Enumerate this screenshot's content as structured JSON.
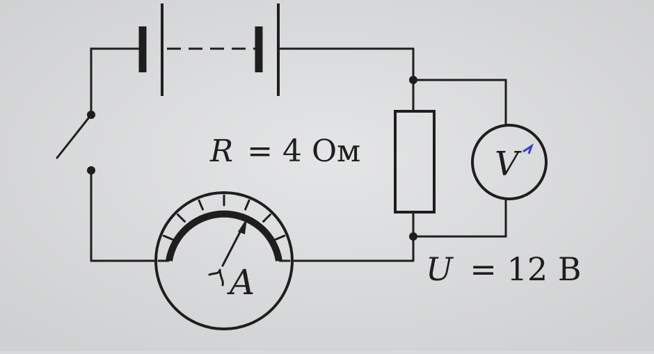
{
  "diagram": {
    "resistor_label": {
      "symbol": "R",
      "rest": "= 4 Ом"
    },
    "voltage_label": {
      "symbol": "U",
      "rest": "= 12 В"
    },
    "ammeter_letter": "A",
    "voltmeter_letter": "V"
  },
  "colors": {
    "background": "#d9dadb",
    "ink": "#1e1e1e",
    "voltmeter_pointer": "#3a3acc"
  }
}
